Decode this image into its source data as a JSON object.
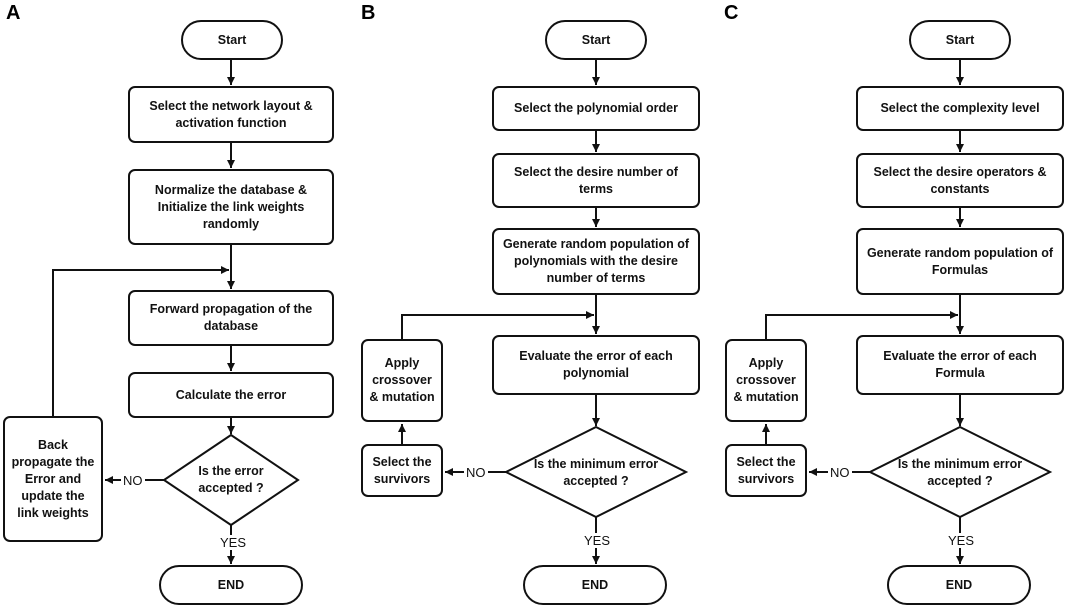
{
  "panels": [
    {
      "letter": "A",
      "start": "Start",
      "steps": [
        "Select the network layout & activation function",
        "Normalize the database & Initialize the link weights randomly",
        "Forward propagation of the database",
        "Calculate the error"
      ],
      "decision": "Is the error accepted ?",
      "side": [
        "Back propagate the Error and update the link weights"
      ],
      "no_label": "NO",
      "yes_label": "YES",
      "end": "END"
    },
    {
      "letter": "B",
      "start": "Start",
      "steps": [
        "Select the polynomial order",
        "Select the desire number of terms",
        "Generate random population of polynomials with the desire number of terms",
        "Evaluate the error of each polynomial"
      ],
      "decision": "Is the minimum error accepted ?",
      "side": [
        "Select the survivors",
        "Apply crossover & mutation"
      ],
      "no_label": "NO",
      "yes_label": "YES",
      "end": "END"
    },
    {
      "letter": "C",
      "start": "Start",
      "steps": [
        "Select the complexity level",
        "Select the desire operators & constants",
        "Generate random population of Formulas",
        "Evaluate the error of each Formula"
      ],
      "decision": "Is the minimum error accepted ?",
      "side": [
        "Select the survivors",
        "Apply crossover & mutation"
      ],
      "no_label": "NO",
      "yes_label": "YES",
      "end": "END"
    }
  ]
}
